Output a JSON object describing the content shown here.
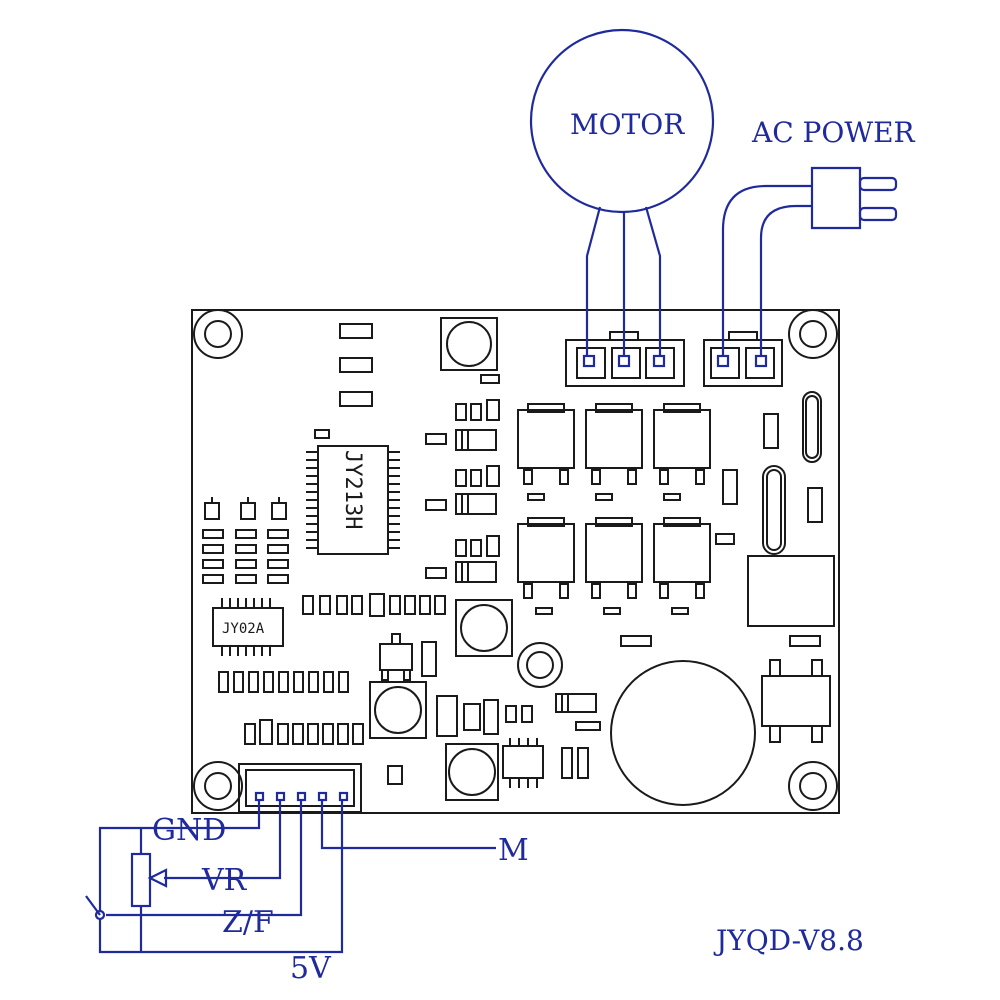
{
  "labels": {
    "motor": "MOTOR",
    "ac_power": "AC POWER",
    "chip_main": "JY213H",
    "chip_small": "JY02A",
    "gnd": "GND",
    "vr": "VR",
    "zf": "Z/F",
    "v5": "5V",
    "m": "M",
    "model": "JYQD-V8.8"
  },
  "colors": {
    "board_ink": "#1a1a1a",
    "wiring_ink": "#1f2a9c"
  }
}
